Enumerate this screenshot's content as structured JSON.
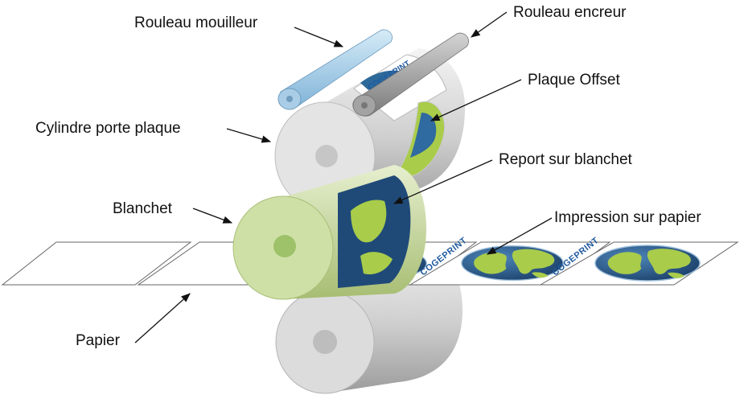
{
  "labels": {
    "rouleau_mouilleur": "Rouleau mouilleur",
    "rouleau_encreur": "Rouleau encreur",
    "plaque_offset": "Plaque Offset",
    "cylindre_porte_plaque": "Cylindre porte plaque",
    "report_sur_blanchet": "Report sur blanchet",
    "blanchet": "Blanchet",
    "impression_sur_papier": "Impression sur papier",
    "papier": "Papier"
  },
  "brand_text": "COGEPRINT",
  "colors": {
    "dampening_roller": "#a9cde6",
    "inking_roller": "#a3a3a3",
    "plate_cylinder": "#e3e3e3",
    "blanket_face": "#cfe0a6",
    "blanket_hub": "#9dc26a",
    "ocean": "#1e4a78",
    "land": "#a9cc4a",
    "brand": "#1f5aa0"
  },
  "icons": {
    "globe": "earth-globe-icon"
  }
}
